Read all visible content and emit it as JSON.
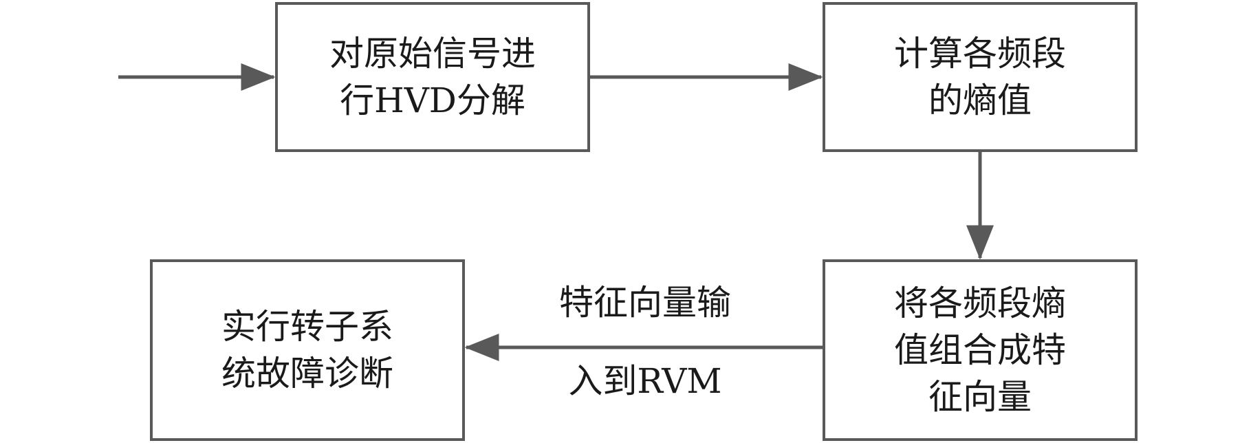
{
  "nodes": {
    "hvd": {
      "lines": [
        "对原始信号进",
        "行HVD分解"
      ]
    },
    "entropy": {
      "lines": [
        "计算各频段",
        "的熵值"
      ]
    },
    "vector": {
      "lines": [
        "将各频段熵",
        "值组合成特",
        "征向量"
      ]
    },
    "diagnosis": {
      "lines": [
        "实行转子系",
        "统故障诊断"
      ]
    }
  },
  "edges": {
    "vector_to_diagnosis": {
      "lines": [
        "特征向量输",
        "入到RVM"
      ]
    }
  },
  "colors": {
    "line": "#595959",
    "text": "#1a1a1a"
  }
}
